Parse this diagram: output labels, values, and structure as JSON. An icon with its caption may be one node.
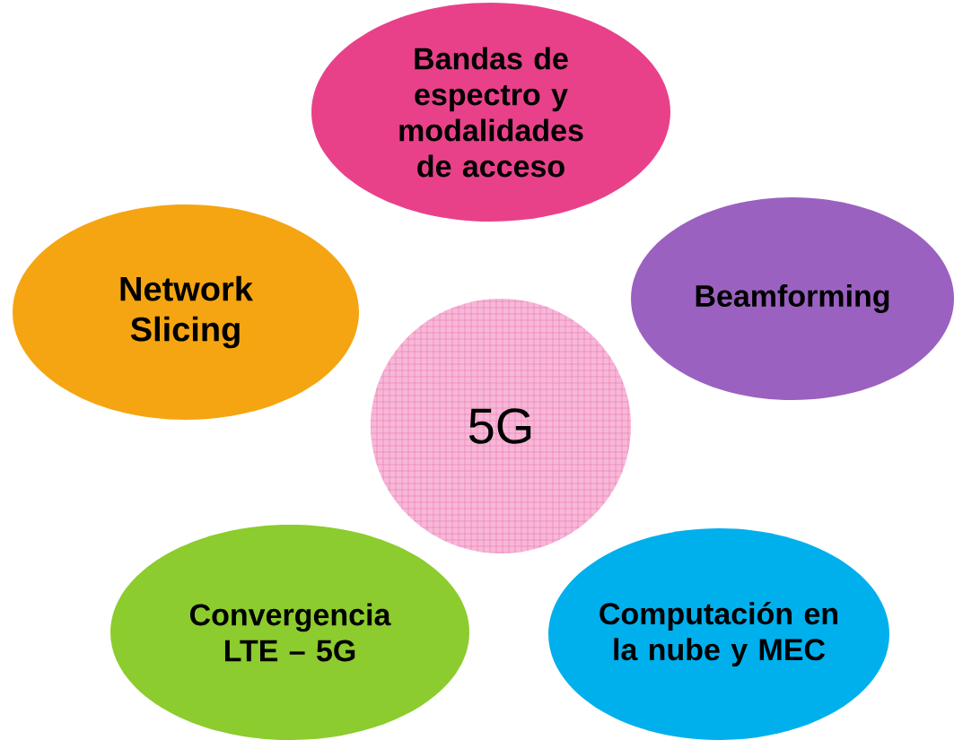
{
  "diagram": {
    "nodes": [
      {
        "text": [
          "Bandas de espectro y modalidades de acceso"
        ]
      },
      {
        "text": [
          "Network Slicing"
        ]
      },
      {
        "text": [
          "Beamforming"
        ]
      },
      {
        "text": [
          "5G"
        ]
      },
      {
        "text": [
          "Convergencia LTE – 5G"
        ]
      },
      {
        "text": [
          "Computación en la nube y MEC"
        ]
      }
    ]
  }
}
